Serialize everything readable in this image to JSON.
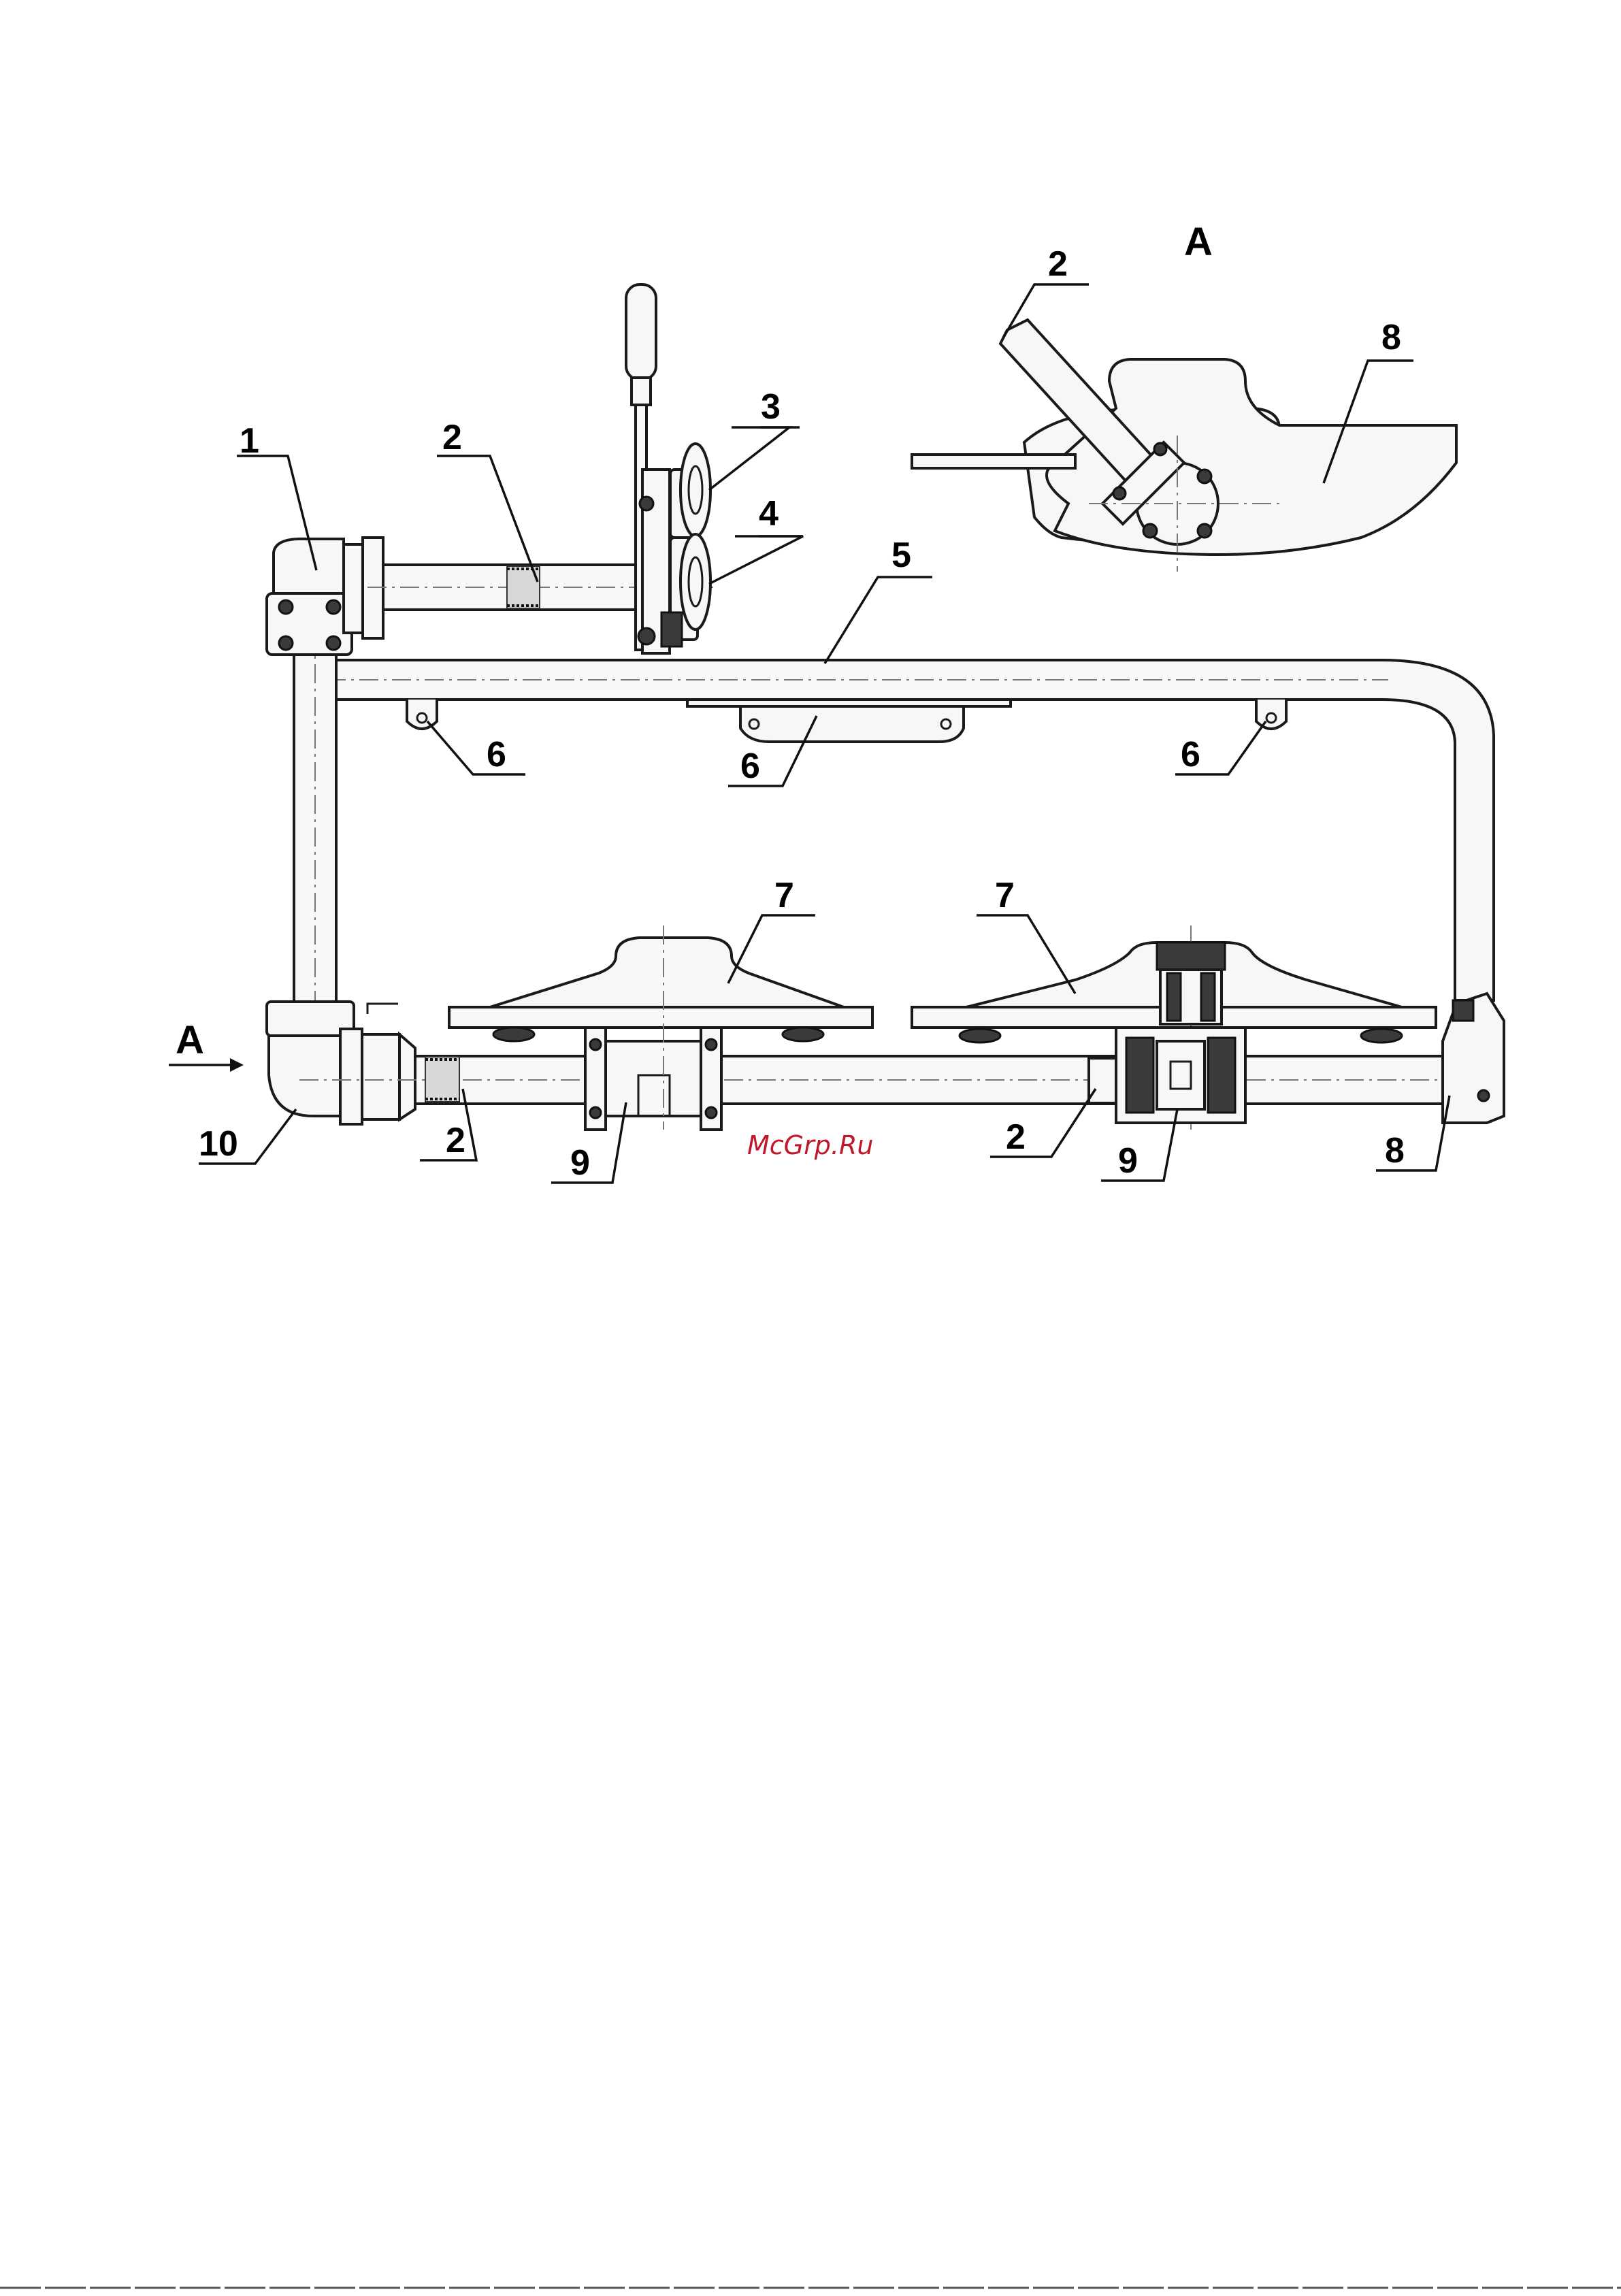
{
  "view_label": "A",
  "view_arrow_label": "A",
  "watermark": "McGrp.Ru",
  "callouts": [
    {
      "id": "c1",
      "text": "1"
    },
    {
      "id": "c2a",
      "text": "2"
    },
    {
      "id": "c3",
      "text": "3"
    },
    {
      "id": "c4",
      "text": "4"
    },
    {
      "id": "c5",
      "text": "5"
    },
    {
      "id": "c6a",
      "text": "6"
    },
    {
      "id": "c6b",
      "text": "6"
    },
    {
      "id": "c6c",
      "text": "6"
    },
    {
      "id": "c7a",
      "text": "7"
    },
    {
      "id": "c7b",
      "text": "7"
    },
    {
      "id": "c2b",
      "text": "2"
    },
    {
      "id": "c2c",
      "text": "2"
    },
    {
      "id": "c9a",
      "text": "9"
    },
    {
      "id": "c9b",
      "text": "9"
    },
    {
      "id": "c10",
      "text": "10"
    },
    {
      "id": "c8a",
      "text": "8"
    },
    {
      "id": "c2d",
      "text": "2"
    },
    {
      "id": "c8b",
      "text": "8"
    }
  ],
  "colors": {
    "line": "#1a1a1a",
    "watermark": "#c0182b"
  }
}
